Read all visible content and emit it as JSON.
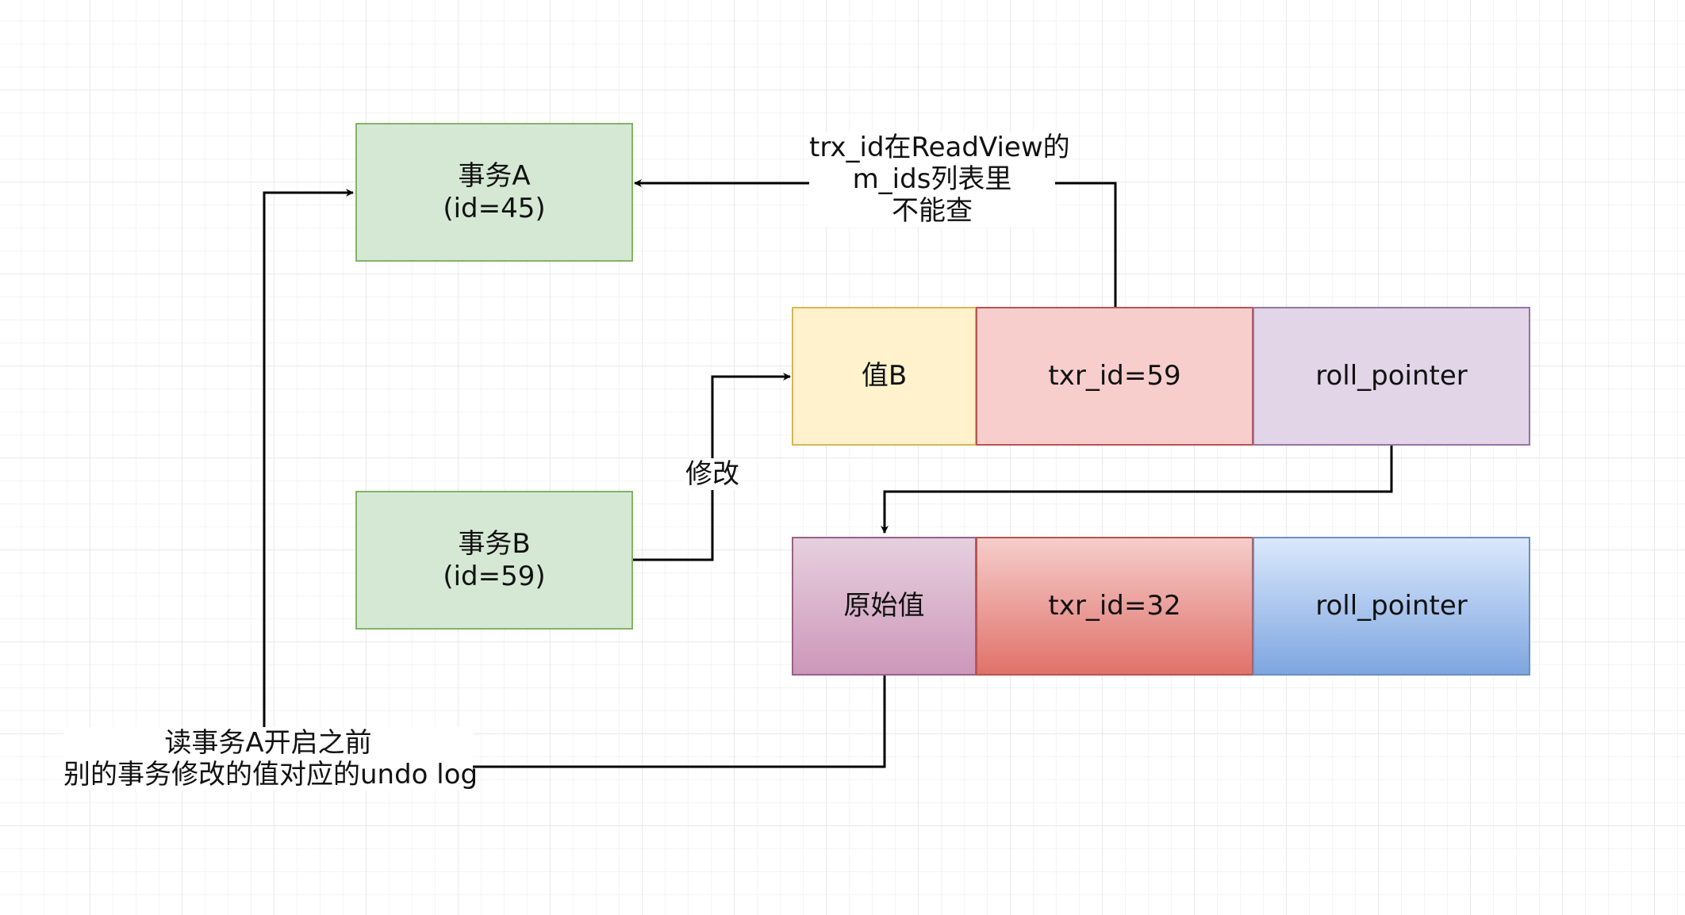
{
  "diagram": {
    "transaction_a": {
      "name": "事务A",
      "id_text": "(id=45)"
    },
    "transaction_b": {
      "name": "事务B",
      "id_text": "(id=59)"
    },
    "current_row": {
      "value": "值B",
      "trx_id": "txr_id=59",
      "roll_pointer": "roll_pointer"
    },
    "undo_row": {
      "value": "原始值",
      "trx_id": "txr_id=32",
      "roll_pointer": "roll_pointer"
    },
    "labels": {
      "in_readview_line1": "trx_id在ReadView的",
      "in_readview_line2": "m_ids列表里",
      "in_readview_line3": "不能查",
      "modify": "修改",
      "read_undo_line1": "读事务A开启之前",
      "read_undo_line2": "别的事务修改的值对应的undo log"
    }
  }
}
